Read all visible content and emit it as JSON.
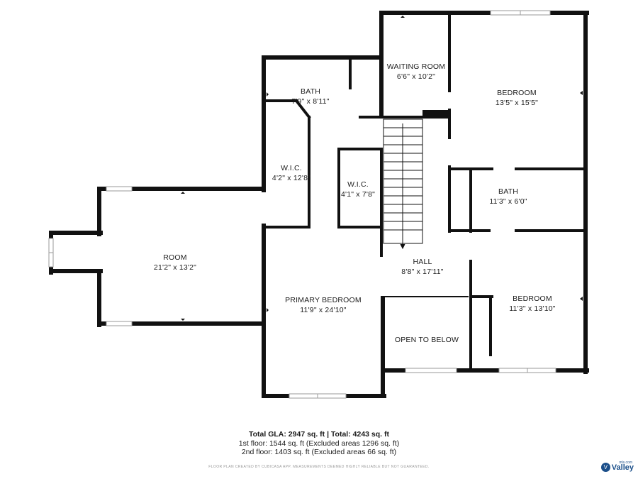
{
  "rooms": {
    "waiting_room": {
      "name": "WAITING ROOM",
      "dim": "6'6\" x 10'2\""
    },
    "bath_upper": {
      "name": "BATH",
      "dim": "7'9\" x 8'11\""
    },
    "bedroom_ne": {
      "name": "BEDROOM",
      "dim": "13'5\" x 15'5\""
    },
    "wic_left": {
      "name": "W.I.C.",
      "dim": "4'2\" x 12'8\""
    },
    "wic_right": {
      "name": "W.I.C.",
      "dim": "4'1\" x 7'8\""
    },
    "bath_right": {
      "name": "BATH",
      "dim": "11'3\" x 6'0\""
    },
    "room_west": {
      "name": "ROOM",
      "dim": "21'2\" x 13'2\""
    },
    "hall": {
      "name": "HALL",
      "dim": "8'8\" x 17'11\""
    },
    "primary_bedroom": {
      "name": "PRIMARY BEDROOM",
      "dim": "11'9\" x 24'10\""
    },
    "bedroom_se": {
      "name": "BEDROOM",
      "dim": "11'3\" x 13'10\""
    },
    "open_to_below": {
      "name": "OPEN TO BELOW"
    }
  },
  "summary": {
    "total": "Total GLA: 2947 sq. ft | Total: 4243 sq. ft",
    "first_floor": "1st floor: 1544 sq. ft (Excluded areas 1296 sq. ft)",
    "second_floor": "2nd floor: 1403 sq. ft (Excluded areas 66 sq. ft)"
  },
  "disclaimer": "FLOOR PLAN CREATED BY CUBICASA APP. MEASUREMENTS DEEMED HIGHLY RELIABLE BUT NOT GUARANTEED.",
  "logo": {
    "word": "Valley",
    "sup": "mls.com",
    "badge": "V"
  },
  "colors": {
    "wall": "#111111",
    "window": "#cfcfcf",
    "text": "#1c1c1c",
    "brand": "#1b4f8a"
  }
}
